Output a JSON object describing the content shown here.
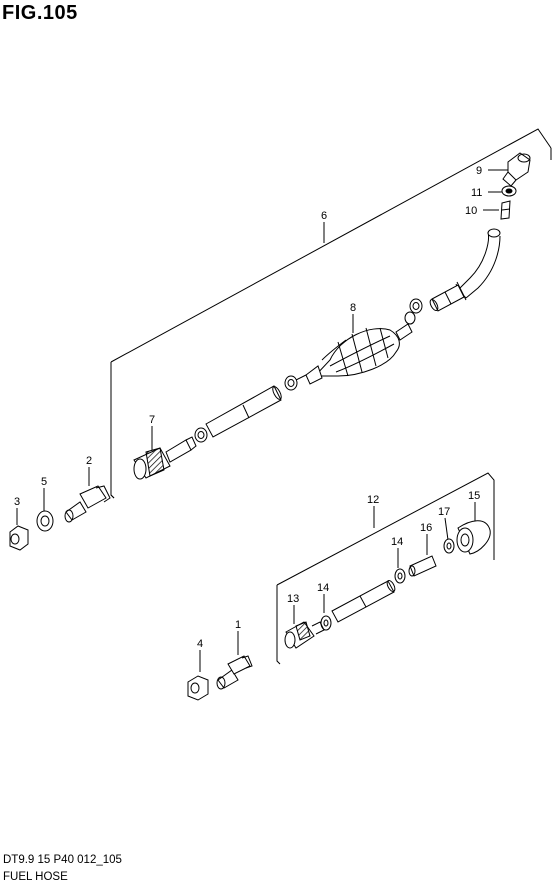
{
  "figure": {
    "title": "FIG.105"
  },
  "footer": {
    "code": "DT9.9 15 P40 012_105",
    "name": "FUEL HOSE"
  },
  "callouts": {
    "c1": "1",
    "c2": "2",
    "c3": "3",
    "c4": "4",
    "c5": "5",
    "c6": "6",
    "c7": "7",
    "c8": "8",
    "c9": "9",
    "c10": "10",
    "c11": "11",
    "c12": "12",
    "c13": "13",
    "c14a": "14",
    "c14b": "14",
    "c15": "15",
    "c16": "16",
    "c17": "17"
  }
}
